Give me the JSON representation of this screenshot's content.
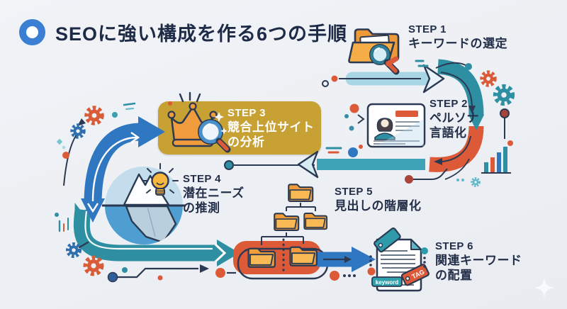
{
  "title": "SEOに強い構成を作る6つの手順",
  "steps": [
    {
      "step": "STEP 1",
      "lines": [
        "キーワードの選定"
      ],
      "icon": "folder-search-icon",
      "highlighted": false
    },
    {
      "step": "STEP 2",
      "lines": [
        "ペルソナ",
        "言語化"
      ],
      "icon": "persona-card-icon",
      "highlighted": false
    },
    {
      "step": "STEP 3",
      "lines": [
        "競合上位サイト",
        "の分析"
      ],
      "icon": "crown-search-icon",
      "highlighted": true
    },
    {
      "step": "STEP 4",
      "lines": [
        "潜在ニーズ",
        "の推測"
      ],
      "icon": "iceberg-lightbulb-icon",
      "highlighted": false
    },
    {
      "step": "STEP 5",
      "lines": [
        "見出しの階層化"
      ],
      "icon": "folder-tree-icon",
      "highlighted": false
    },
    {
      "step": "STEP 6",
      "lines": [
        "関連キーワード",
        "の配置"
      ],
      "icon": "document-tags-icon",
      "highlighted": false
    }
  ],
  "micro_labels": {
    "keyword_badge": "keyword",
    "tag_badge": "TAG"
  },
  "colors": {
    "background": "#edf0f4",
    "navy_outline": "#2b3a52",
    "text_navy": "#232f48",
    "teal": "#2e8fa3",
    "light_teal_band": "#3fa3b8",
    "orange": "#dd5a38",
    "blue": "#3077c2",
    "light_blue_band": "#a9d6e5",
    "gold_highlight": "#c8a134",
    "accent_blue": "#3b7fd4"
  }
}
